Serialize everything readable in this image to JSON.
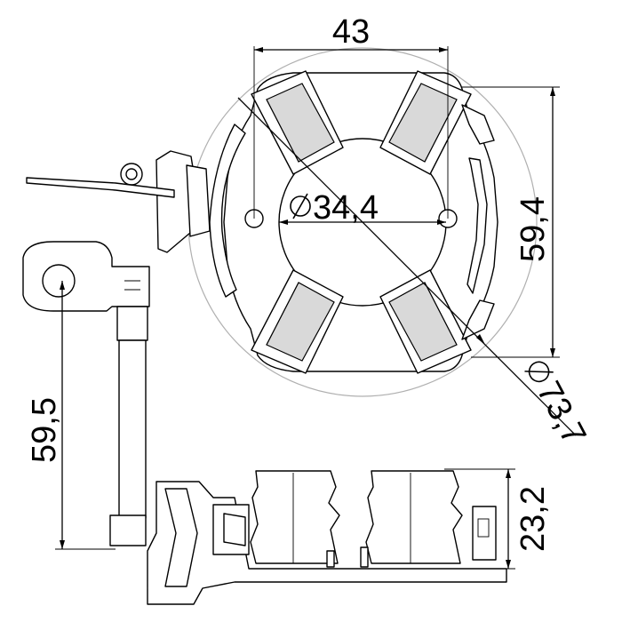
{
  "dimensions": {
    "width_top": "43",
    "hole_diameter": "34,4",
    "height_right": "59,4",
    "outer_diameter": "73,7",
    "lead_length": "59,5",
    "side_height": "23,2"
  }
}
